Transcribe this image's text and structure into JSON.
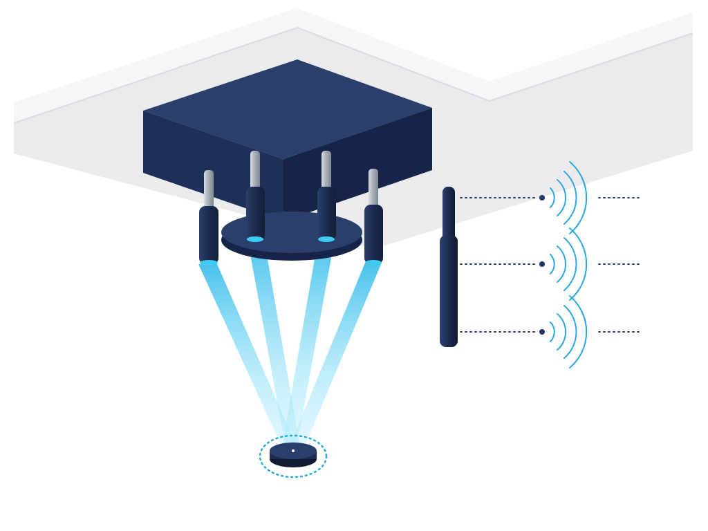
{
  "diagram": {
    "components": [
      {
        "id": "ceiling",
        "icon": "ceiling-slab"
      },
      {
        "id": "sensor-hub",
        "icon": "box-enclosure"
      },
      {
        "id": "sensor-dome",
        "icon": "disc"
      },
      {
        "id": "sensor-probes",
        "count": 4,
        "icon": "cylinder-sensor"
      },
      {
        "id": "light-beams",
        "count": 4,
        "icon": "light-beam"
      },
      {
        "id": "target-puck",
        "icon": "target-disc"
      },
      {
        "id": "wireless-antenna",
        "icon": "antenna-rod"
      },
      {
        "id": "signal-waves",
        "count": 3,
        "icon": "wifi-signal"
      }
    ],
    "colors": {
      "navy": "#1c2b4e",
      "navy_light": "#2a3f6b",
      "beam": "#3fcaf0",
      "signal": "#2aa9e0",
      "ceiling": "#ebebee",
      "ceiling_top": "#f6f6f8",
      "dots": "#22366a"
    }
  }
}
